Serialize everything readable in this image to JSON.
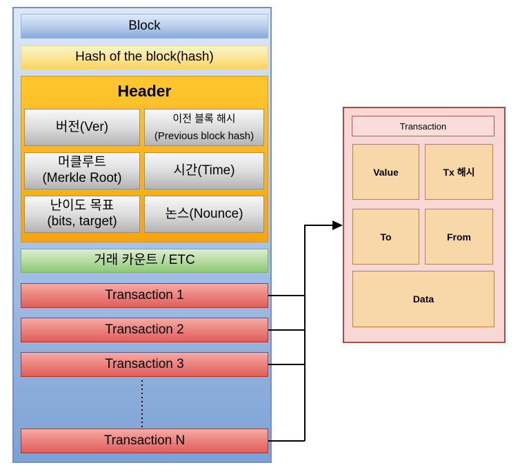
{
  "block": {
    "title": "Block",
    "hash_label": "Hash of the block(hash)",
    "header": {
      "title": "Header",
      "cells": [
        {
          "line1": "버전(Ver)",
          "line2": ""
        },
        {
          "line1": "이전 블록 해시",
          "line2": "(Previous block hash)"
        },
        {
          "line1": "머클루트",
          "line2": "(Merkle Root)"
        },
        {
          "line1": "시간(Time)",
          "line2": ""
        },
        {
          "line1": "난이도 목표",
          "line2": "(bits, target)"
        },
        {
          "line1": "논스(Nounce)",
          "line2": ""
        }
      ]
    },
    "tx_count_label": "거래 카운트 / ETC",
    "transactions": [
      "Transaction 1",
      "Transaction 2",
      "Transaction 3",
      "Transaction N"
    ]
  },
  "transaction_detail": {
    "title": "Transaction",
    "cells": {
      "value": "Value",
      "tx_hash": "Tx 해시",
      "to": "To",
      "from": "From",
      "data": "Data"
    }
  },
  "colors": {
    "container_blue_top": "#dce9f8",
    "container_blue_bottom": "#7ca2d6",
    "block_title_blue": "#88a9dc",
    "hash_yellow": "#fbd45e",
    "header_orange": "#fbb41c",
    "header_cell_grey": "#d9d9d9",
    "count_green": "#8fc876",
    "transaction_red": "#e25d5a",
    "detail_pink": "#f8d8d6",
    "detail_border_red": "#ac4b41",
    "detail_cell_peach": "#f8d7a8",
    "connector_black": "#000000"
  }
}
